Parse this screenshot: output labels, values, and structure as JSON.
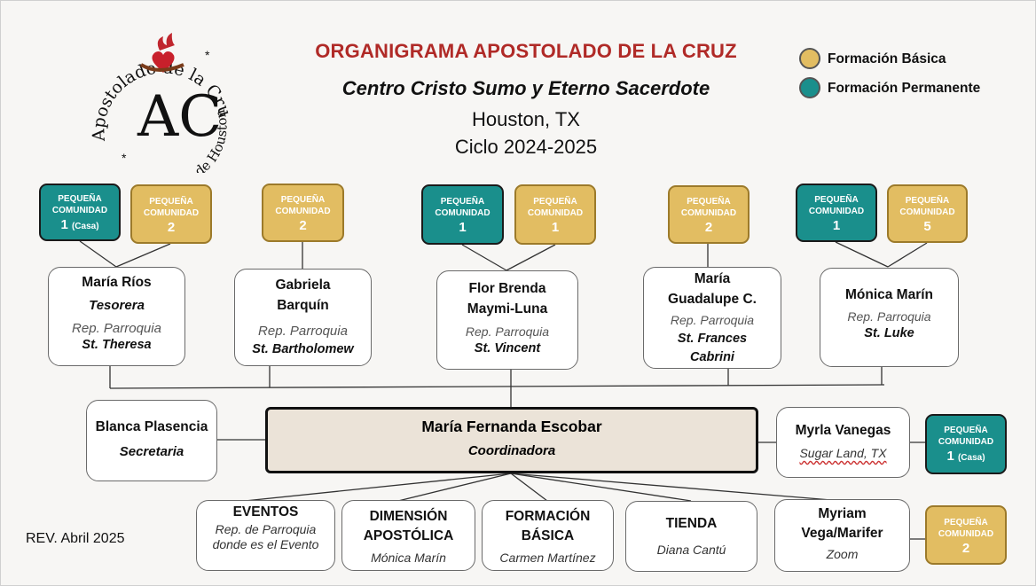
{
  "header": {
    "title": "ORGANIGRAMA APOSTOLADO DE LA CRUZ",
    "subtitle": "Centro Cristo Sumo y Eterno Sacerdote",
    "location": "Houston, TX",
    "cycle": "Ciclo 2024-2025"
  },
  "logo": {
    "top_text": "Apostolado de la Cruz",
    "bottom_text": "Centro de Houston",
    "monogram": "AC",
    "star": "*"
  },
  "legend": {
    "basic": "Formación Básica",
    "permanent": "Formación Permanente",
    "basic_color": "#e2bd62",
    "permanent_color": "#1a8f8c"
  },
  "colors": {
    "teal": "#1a8f8c",
    "gold": "#e2bd62",
    "coordinator_bg": "#ebe3d8"
  },
  "revision": "REV. Abril 2025",
  "pc_label_1": "PEQUEÑA",
  "pc_label_2": "COMUNIDAD",
  "small_groups": {
    "rios_1": "1",
    "rios_1_note": "(Casa)",
    "rios_2": "2",
    "barquin_2": "2",
    "maymi_1": "1",
    "maymi_2": "1",
    "guadalupe_2": "2",
    "marin_1": "1",
    "marin_2": "5",
    "vanegas_1": "1",
    "vanegas_1_note": "(Casa)",
    "vega_2": "2"
  },
  "reps": [
    {
      "name": "María Ríos",
      "role": "Tesorera",
      "rep": "Rep. Parroquia",
      "parish": "St. Theresa"
    },
    {
      "name": "Gabriela Barquín",
      "rep": "Rep. Parroquia",
      "parish": "St. Bartholomew"
    },
    {
      "name": "Flor Brenda Maymi-Luna",
      "rep": "Rep. Parroquia",
      "parish": "St. Vincent"
    },
    {
      "name": "María Guadalupe C.",
      "rep": "Rep. Parroquia",
      "parish": "St. Frances Cabrini"
    },
    {
      "name": "Mónica Marín",
      "rep": "Rep. Parroquia",
      "parish": "St. Luke"
    }
  ],
  "secretary": {
    "name": "Blanca Plasencia",
    "role": "Secretaria"
  },
  "coordinator": {
    "name": "María Fernanda Escobar",
    "role": "Coordinadora"
  },
  "sugarland": {
    "name": "Myrla Vanegas",
    "place": "Sugar Land, TX"
  },
  "areas": [
    {
      "title": "EVENTOS",
      "detail": "Rep. de Parroquia donde es el Evento"
    },
    {
      "title": "DIMENSIÓN APOSTÓLICA",
      "detail": "Mónica Marín"
    },
    {
      "title": "FORMACIÓN BÁSICA",
      "detail": "Carmen Martínez"
    },
    {
      "title": "TIENDA",
      "detail": "Diana Cantú"
    },
    {
      "title": "Myriam Vega/Marifer",
      "detail": "Zoom"
    }
  ]
}
